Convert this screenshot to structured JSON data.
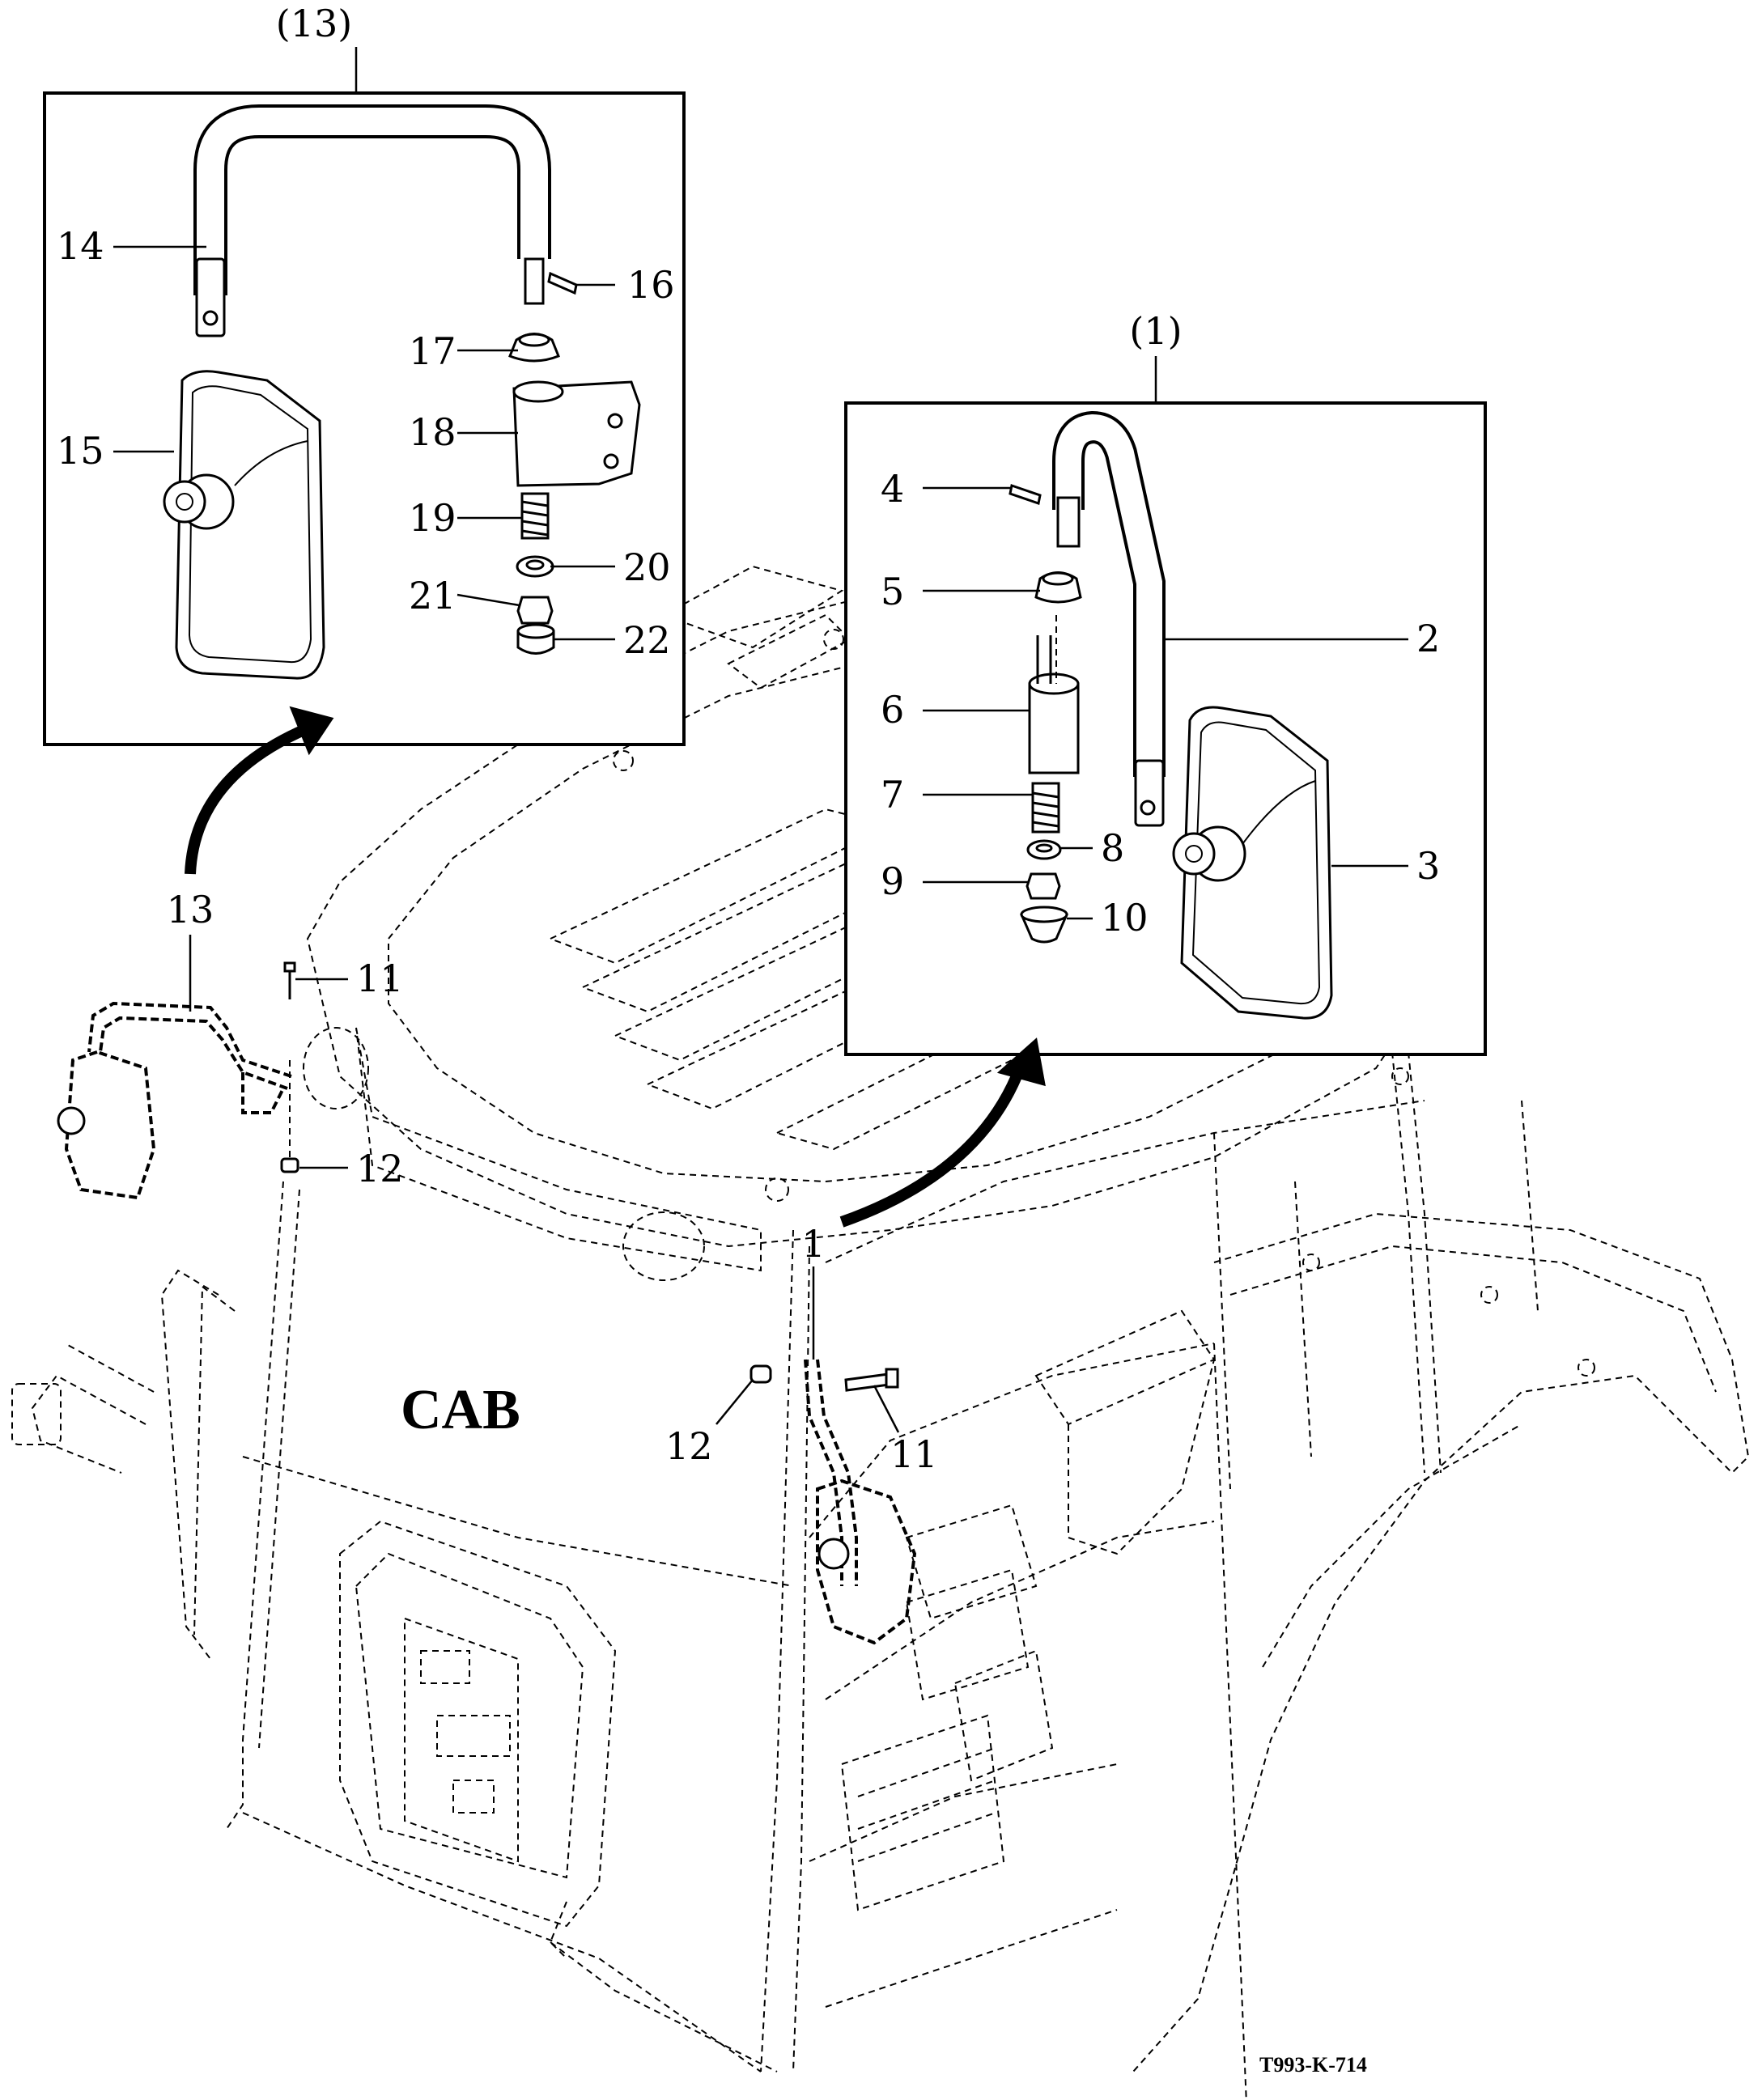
{
  "figure_code": "T993-K-714",
  "cab_label": "CAB",
  "insets": {
    "left": {
      "title": "(13)"
    },
    "right": {
      "title": "(1)"
    }
  },
  "callouts": {
    "c1": "1",
    "c2": "2",
    "c3": "3",
    "c4": "4",
    "c5": "5",
    "c6": "6",
    "c7": "7",
    "c8": "8",
    "c9": "9",
    "c10": "10",
    "c11_top": "11",
    "c11_bottom": "11",
    "c12_top": "12",
    "c12_bottom": "12",
    "c13": "13",
    "c14": "14",
    "c15": "15",
    "c16": "16",
    "c17": "17",
    "c18": "18",
    "c19": "19",
    "c20": "20",
    "c21": "21",
    "c22": "22"
  }
}
